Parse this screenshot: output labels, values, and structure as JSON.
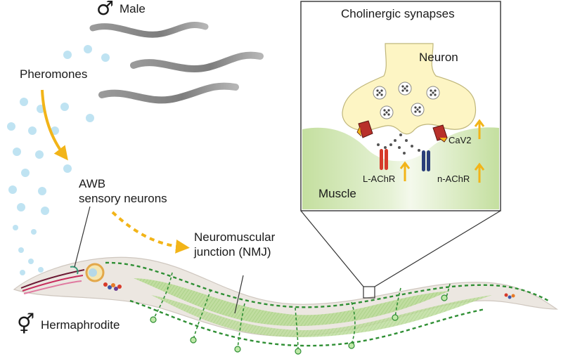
{
  "labels": {
    "male_symbol": "♂",
    "male": "Male",
    "pheromones": "Pheromones",
    "awb_line1": "AWB",
    "awb_line2": "sensory neurons",
    "nmj_line1": "Neuromuscular",
    "nmj_line2": "junction (NMJ)",
    "herm_symbol": "⚥",
    "hermaphrodite": "Hermaphrodite"
  },
  "inset": {
    "title": "Cholinergic synapses",
    "neuron": "Neuron",
    "muscle": "Muscle",
    "cav2": "CaV2",
    "l_achr": "L-AChR",
    "n_achr": "n-AChR"
  },
  "colors": {
    "pheromone": "#bfe3f2",
    "arrow": "#f2b418",
    "neuron_fill": "#fdf5c4",
    "muscle_fill": "#cfe6b2",
    "nmj_green": "#2f8f34",
    "worm_body": "#ece7e1",
    "male_worm": "#8a8a8a",
    "l_achr": "#d63a2a",
    "n_achr": "#2a3f7a",
    "cav2": "#b8302a"
  }
}
